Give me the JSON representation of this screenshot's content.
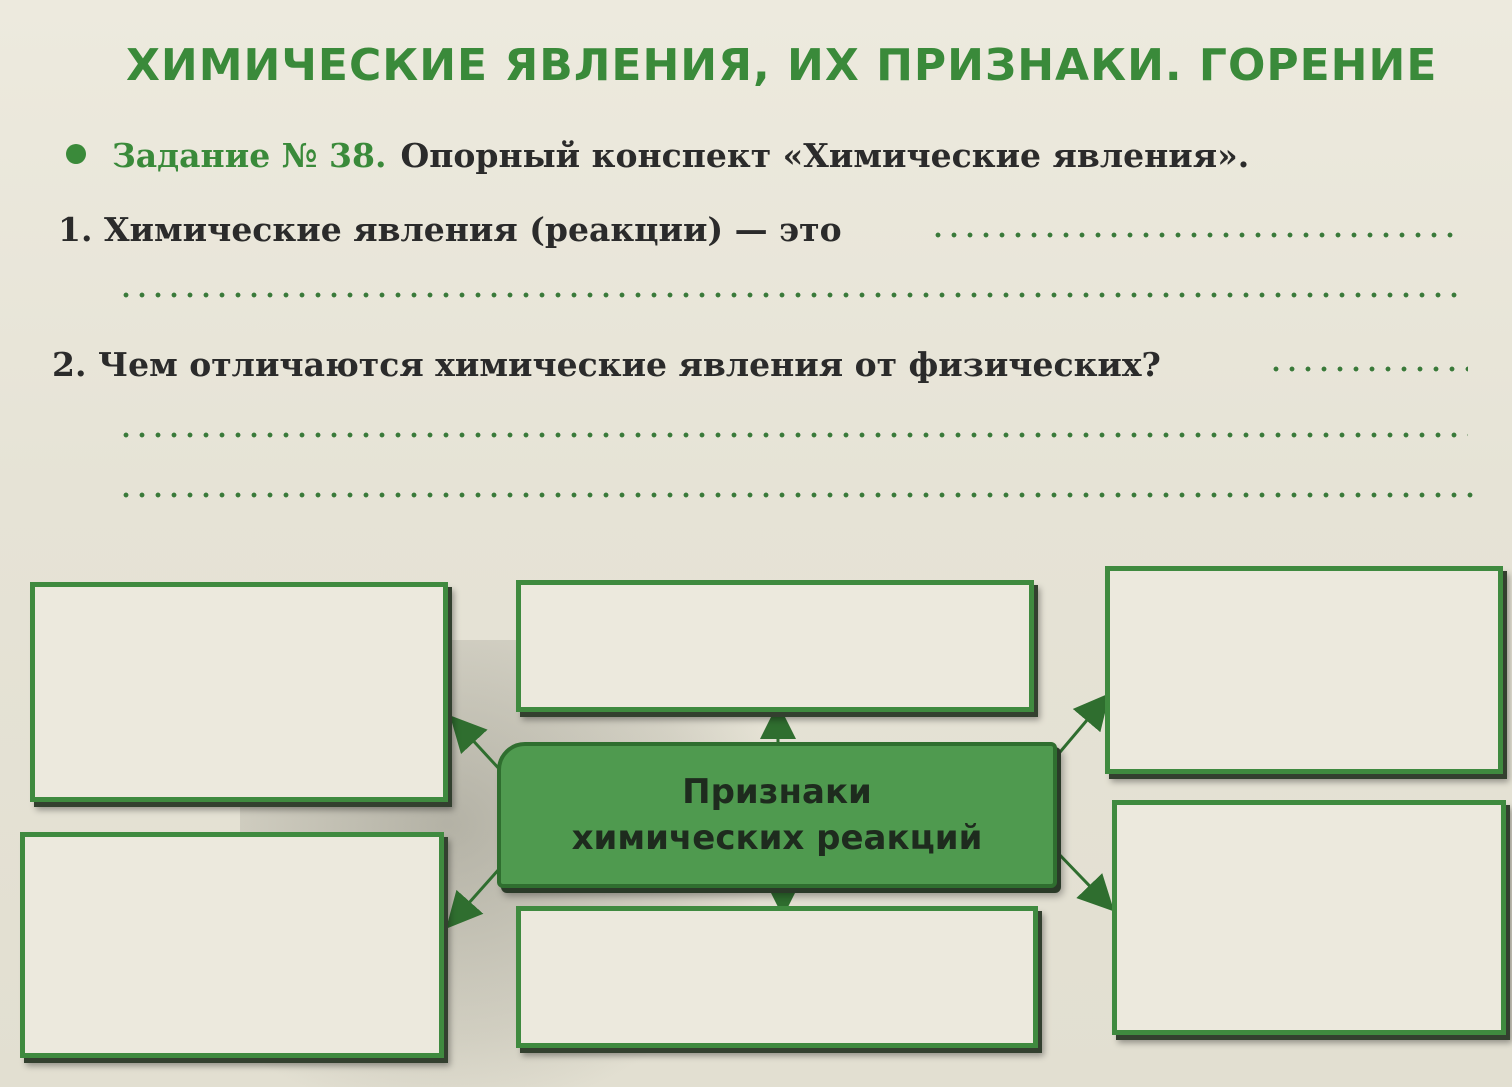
{
  "heading": "ХИМИЧЕСКИЕ ЯВЛЕНИЯ, ИХ ПРИЗНАКИ. ГОРЕНИЕ",
  "task": {
    "number": "Задание № 38.",
    "text": "Опорный конспект «Химические явления»."
  },
  "questions": [
    {
      "label": "1. Химические явления (реакции) — это"
    },
    {
      "label": "2. Чем отличаются химические явления от физических?"
    }
  ],
  "diagram": {
    "center_line1": "Признаки",
    "center_line2": "химических реакций"
  },
  "colors": {
    "accent_green": "#3a8a3a",
    "center_fill": "#4f9a4f",
    "paper": "#e9e6da"
  }
}
